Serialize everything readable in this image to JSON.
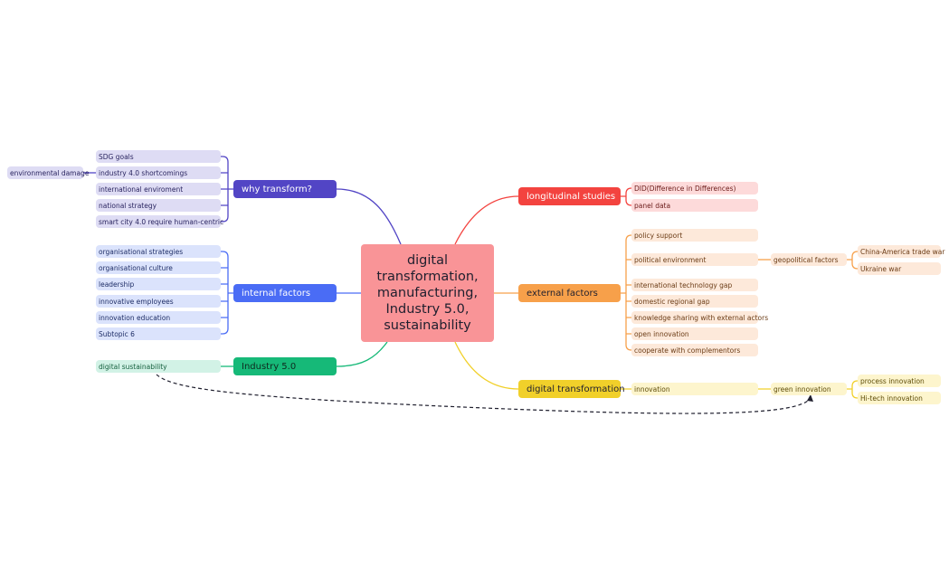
{
  "center": {
    "line1": "digital",
    "line2": "transformation,",
    "line3": "manufacturing,",
    "line4": "Industry 5.0,",
    "line5": "sustainability"
  },
  "colors": {
    "center_bg": "#f99497",
    "purple": "#5245c5",
    "purple_light": "#dedcf4",
    "blue": "#4a6cf5",
    "blue_light": "#dbe3fc",
    "green": "#16b978",
    "green_light": "#d2f2e6",
    "red": "#f3433f",
    "red_light": "#fddada",
    "orange": "#f7a04a",
    "orange_light": "#fde9da",
    "yellow": "#f1d02a",
    "yellow_light": "#fdf5cd"
  },
  "left": {
    "why_transform": {
      "label": "why transform?",
      "items": [
        "SDG goals",
        "industry 4.0 shortcomings",
        "international enviroment",
        "national strategy",
        "smart city 4.0 require human-centric"
      ],
      "sub": "environmental damage"
    },
    "internal_factors": {
      "label": "internal factors",
      "items": [
        "organisational strategies",
        "organisational culture",
        "leadership",
        "innovative employees",
        "innovation education",
        "Subtopic 6"
      ]
    },
    "industry50": {
      "label": "Industry 5.0",
      "items": [
        "digital sustainability"
      ]
    }
  },
  "right": {
    "longitudinal": {
      "label": "longitudinal studies",
      "items": [
        "DID(Difference in Differences)",
        "panel data"
      ]
    },
    "external": {
      "label": "external factors",
      "items": [
        "policy support",
        "political environment",
        "international technology gap",
        "domestic regional gap",
        "knowledge sharing with external actors",
        "open innovation",
        "cooperate with complementors"
      ],
      "geo": "geopolitical factors",
      "geo_items": [
        "China-America trade war",
        "Ukraine war"
      ]
    },
    "digital": {
      "label": "digital transformation",
      "items": [
        "innovation"
      ],
      "green": "green innovation",
      "green_items": [
        "process innovation",
        "Hi-tech innovation"
      ]
    }
  }
}
